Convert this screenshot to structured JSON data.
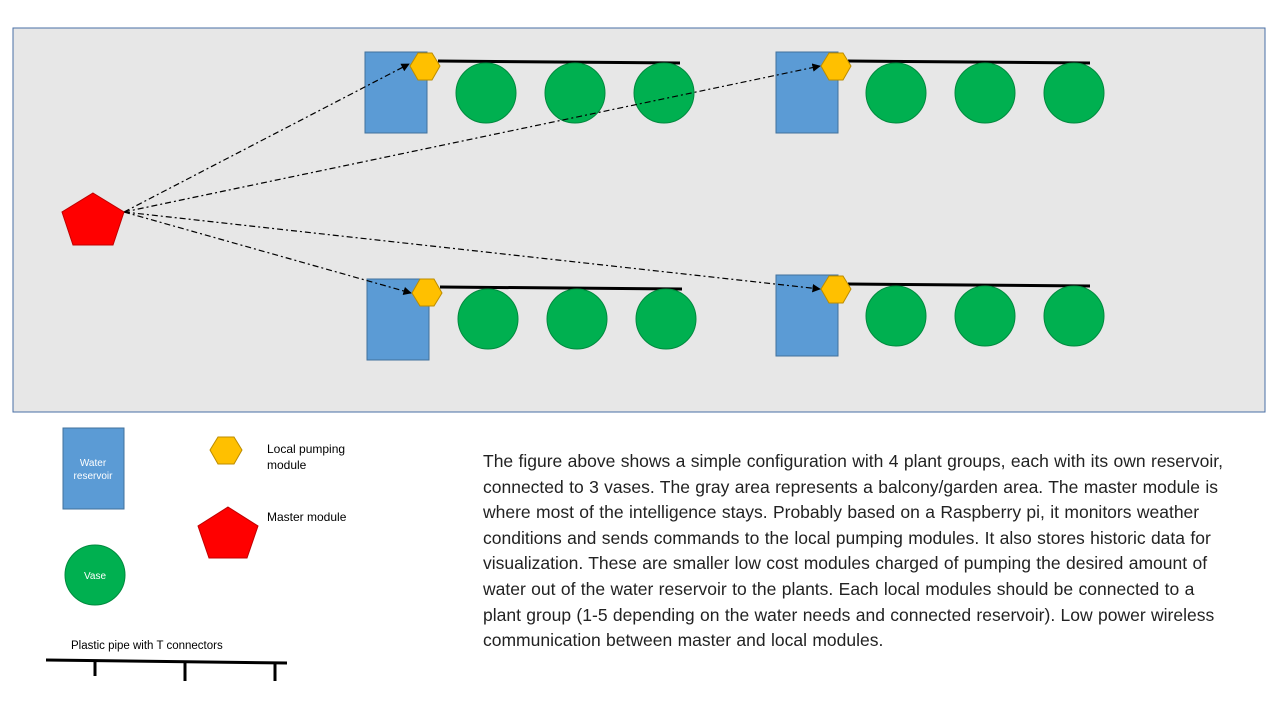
{
  "legend": {
    "water_reservoir": "Water reservoir",
    "local_pumping_module": "Local pumping module",
    "master_module": "Master module",
    "vase": "Vase",
    "pipe": "Plastic pipe with T connectors"
  },
  "description": "The figure above shows a simple configuration with 4 plant groups, each with its own reservoir,  connected to 3 vases. The gray area represents  a balcony/garden area. The master module is where most of the intelligence stays. Probably based on a Raspberry  pi, it monitors weather conditions and sends commands to the local pumping modules. It also stores historic data for visualization. These are smaller low cost modules charged of pumping the desired amount of water out of the water reservoir  to the plants. Each local modules should be connected to a plant group (1-5 depending on the water needs and connected reservoir).   Low power wireless communication between  master and local modules.",
  "colors": {
    "area": "#e7e7e7",
    "area_border": "#4a6fa5",
    "reservoir": "#5b9bd5",
    "reservoir_border": "#41719c",
    "pump": "#ffc000",
    "pump_border": "#bc8c00",
    "master": "#ff0000",
    "master_border": "#c00000",
    "vase": "#00b050",
    "vase_border": "#008a3e"
  },
  "icons": {
    "reservoir": "blue-rectangle",
    "pump": "yellow-hexagon",
    "master": "red-pentagon",
    "vase": "green-circle"
  }
}
